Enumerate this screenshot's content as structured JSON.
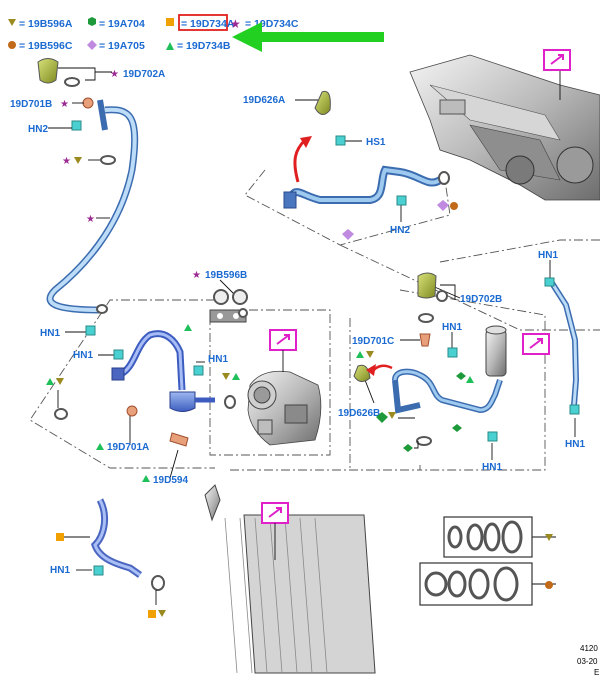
{
  "legend": [
    {
      "symbol": "triangle-down",
      "color": "#9a8a1f",
      "code": "19B596A"
    },
    {
      "symbol": "hexagon",
      "color": "#1f9a3a",
      "code": "19A704"
    },
    {
      "symbol": "square",
      "color": "#f0a000",
      "code": "19D734A",
      "highlighted": true
    },
    {
      "symbol": "star",
      "color": "#9b2a92",
      "code": "19D734C"
    },
    {
      "symbol": "circle",
      "color": "#c06a1a",
      "code": "19B596C"
    },
    {
      "symbol": "diamond",
      "color": "#c08ae0",
      "code": "19A705"
    },
    {
      "symbol": "triangle-up",
      "color": "#1fc05a",
      "code": "19D734B"
    }
  ],
  "callouts": {
    "c19D702A_top": "19D702A",
    "c19D701B": "19D701B",
    "cHN2_left": "HN2",
    "c19D626A": "19D626A",
    "cHS1": "HS1",
    "cHN2_mid": "HN2",
    "cHN1_right": "HN1",
    "cHN1_right_bottom": "HN1",
    "c19B596B": "19B596B",
    "cHN1_a": "HN1",
    "cHN1_b": "HN1",
    "cHN1_c": "HN1",
    "c19D702B": "19D702B",
    "c19D701C": "19D701C",
    "cHN1_d": "HN1",
    "c19D626B": "19D626B",
    "cHN1_e": "HN1",
    "c19D701A": "19D701A",
    "c19D594": "19D594",
    "cHN1_f": "HN1"
  },
  "footer": {
    "ref1": "4120",
    "ref2": "03-20",
    "ref3": "E"
  },
  "colors": {
    "label": "#1b6ad1",
    "magenta_box": "#e020c8",
    "pointer_arrow": "#22d022",
    "red_arrow": "#e02020",
    "highlight_box": "#e0201f"
  },
  "icons": [
    "view-detail-icon",
    "pointer-arrow-icon"
  ]
}
